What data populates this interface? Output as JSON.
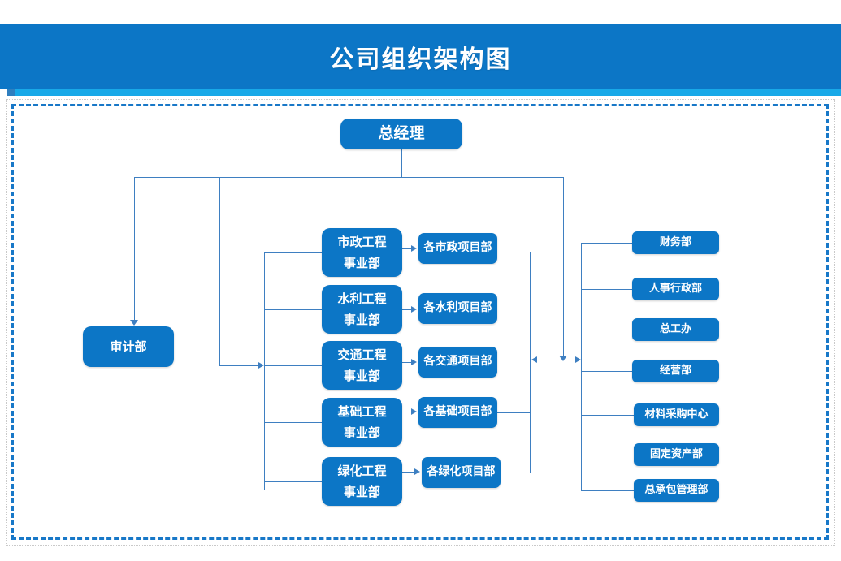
{
  "header": {
    "title": "公司组织架构图",
    "banner_color": "#0C76C6",
    "strip_color": "#18A9E8"
  },
  "chart_meta": {
    "type": "org-chart",
    "node_color": "#0C76C6",
    "connector_color": "#3E7FC1",
    "frame_style": "dashed",
    "frame_color": "#1878C8"
  },
  "root": {
    "label": "总经理"
  },
  "audit": {
    "label": "审计部"
  },
  "divisions": [
    {
      "line1": "市政工程",
      "line2": "事业部",
      "project": "各市政项目部"
    },
    {
      "line1": "水利工程",
      "line2": "事业部",
      "project": "各水利项目部"
    },
    {
      "line1": "交通工程",
      "line2": "事业部",
      "project": "各交通项目部"
    },
    {
      "line1": "基础工程",
      "line2": "事业部",
      "project": "各基础项目部"
    },
    {
      "line1": "绿化工程",
      "line2": "事业部",
      "project": "各绿化项目部"
    }
  ],
  "departments": [
    {
      "label": "财务部"
    },
    {
      "label": "人事行政部"
    },
    {
      "label": "总工办"
    },
    {
      "label": "经营部"
    },
    {
      "label": "材料采购中心"
    },
    {
      "label": "固定资产部"
    },
    {
      "label": "总承包管理部"
    }
  ]
}
